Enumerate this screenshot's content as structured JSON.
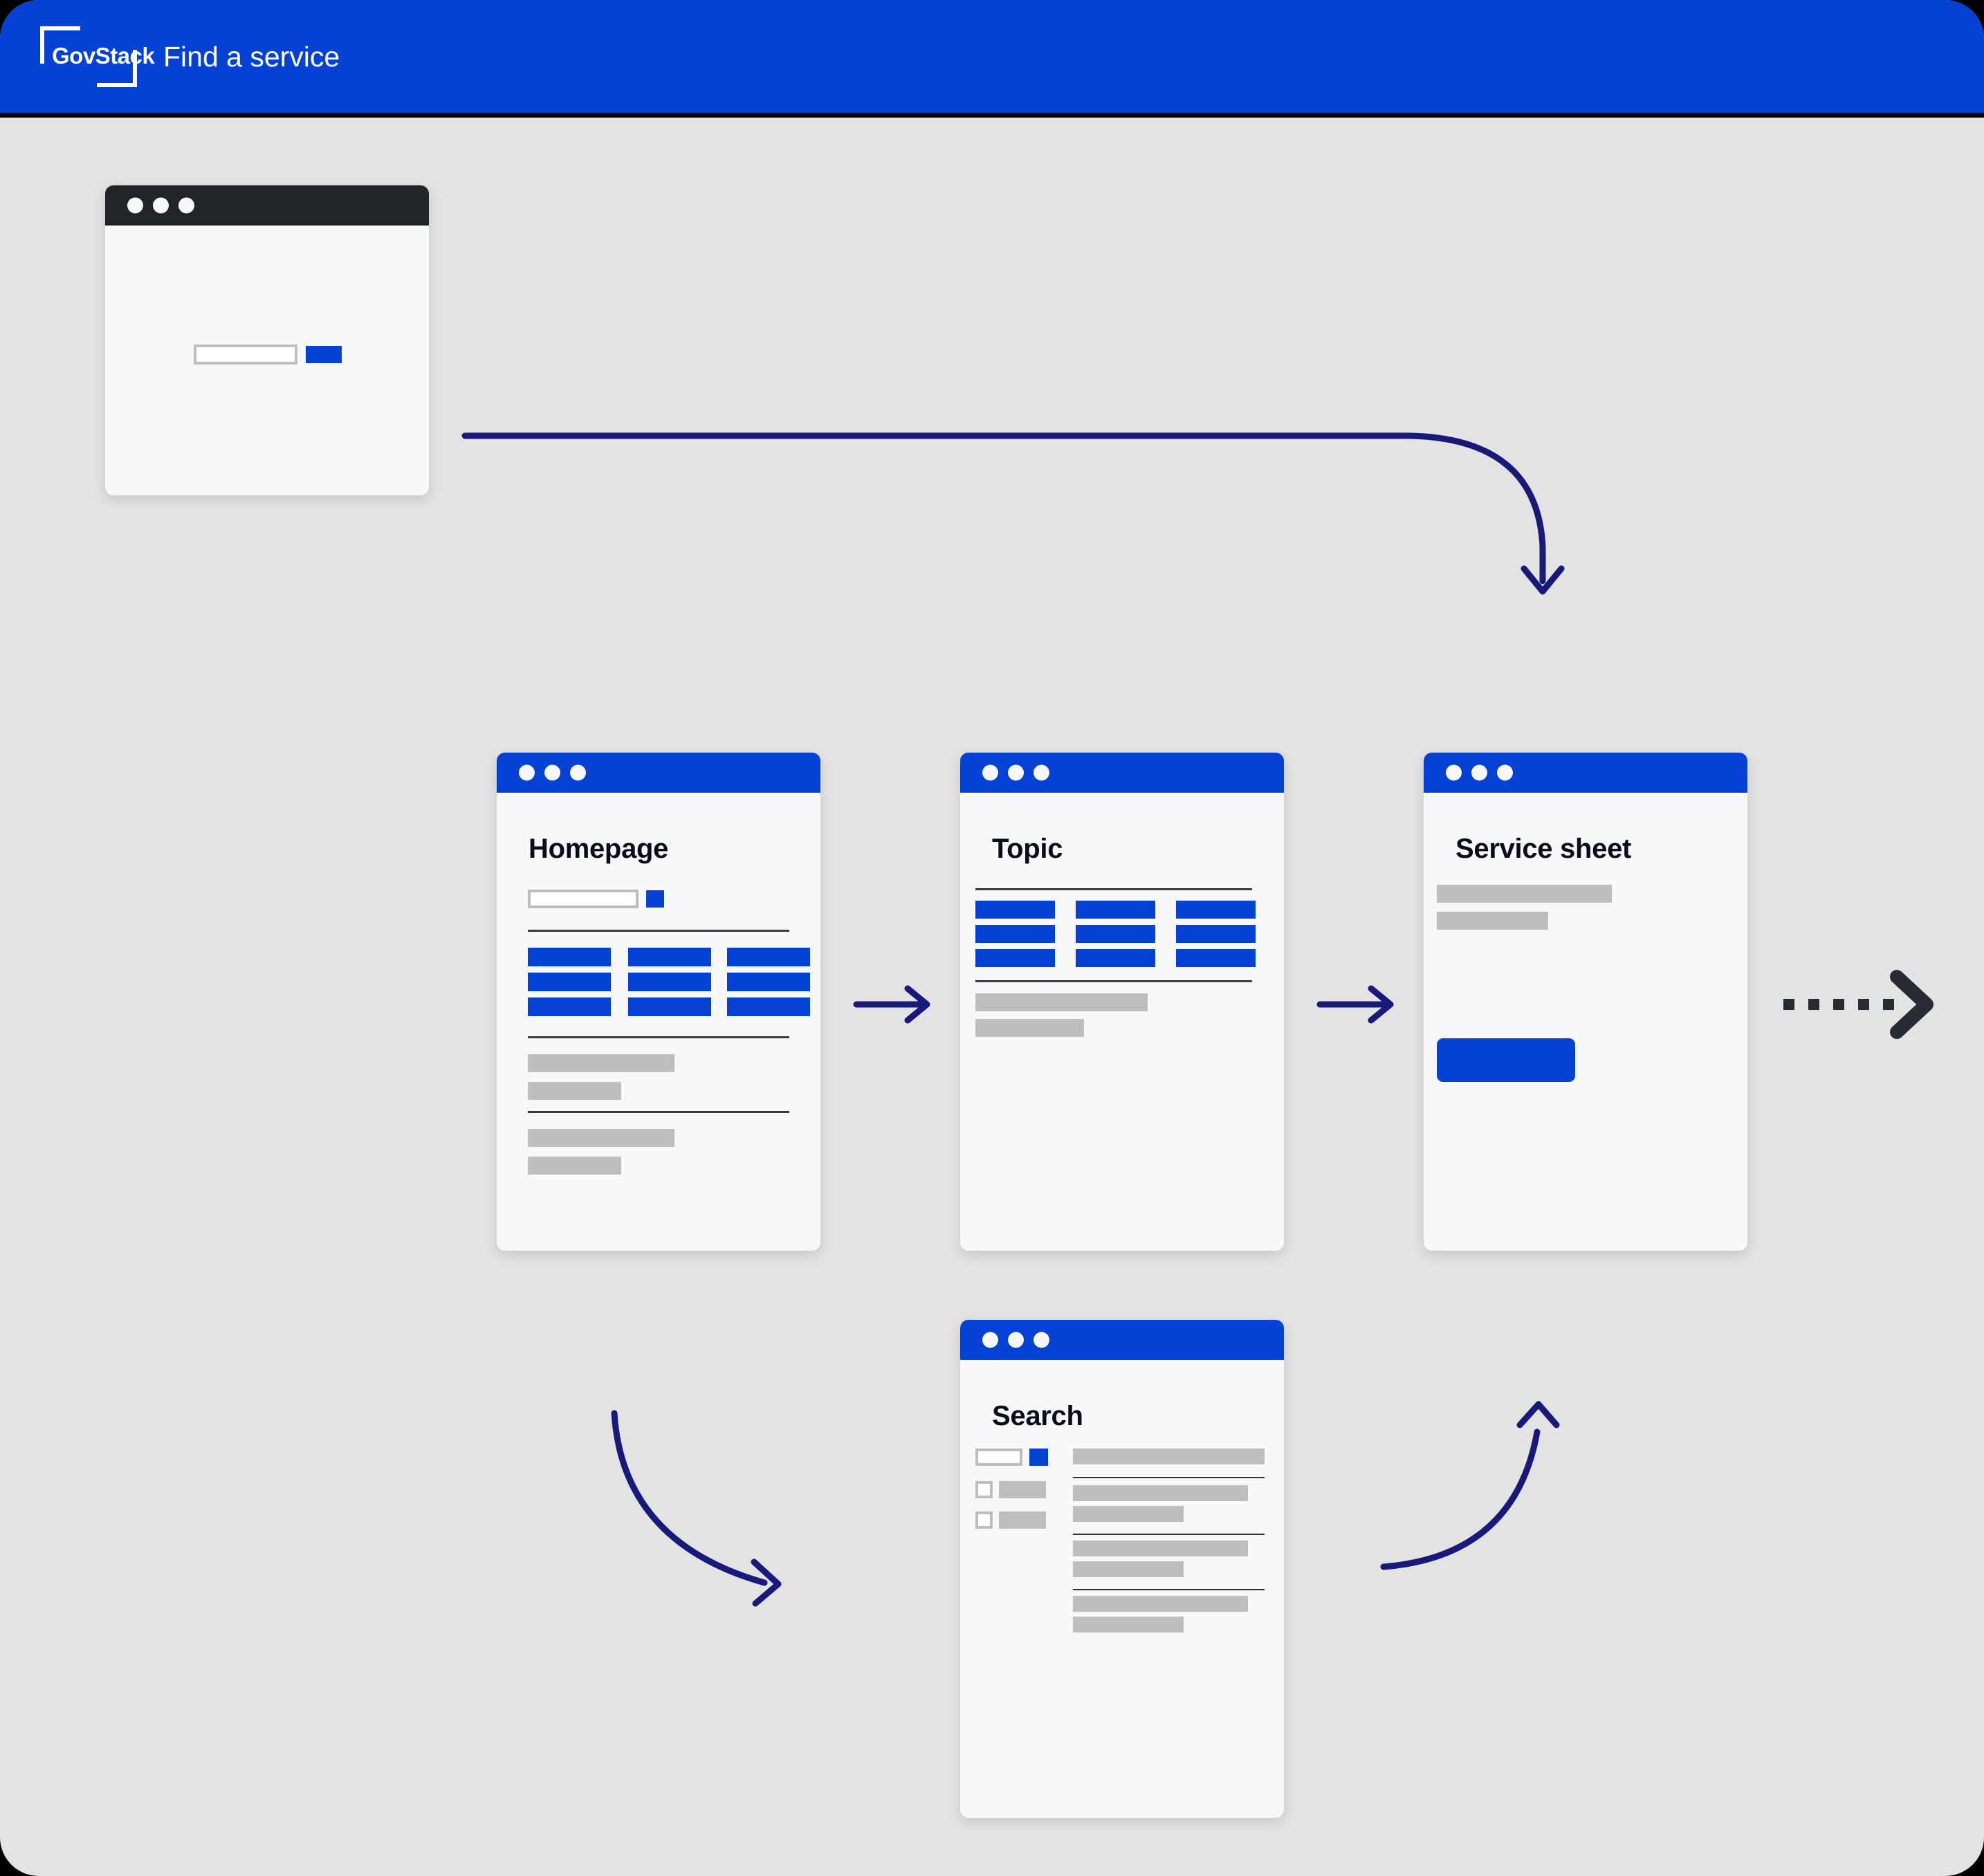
{
  "header": {
    "logo_text": "GovStack",
    "logo_icon": "corner-bracket-frame",
    "title": "Find a service"
  },
  "colors": {
    "page_background": "#E3E3E3",
    "brand_blue": "#0541D4",
    "arrow_navy": "#181A7A",
    "arrow_dark": "#282B31",
    "card_surface": "#F7F8FA",
    "titlebar_dark": "#212529",
    "placeholder_gray": "#BEBEBE",
    "heading_text": "#0B0C1B"
  },
  "flow": {
    "cards": [
      {
        "id": "entry",
        "name": "entry-point",
        "title": "",
        "titlebar_style": "dark",
        "has_title": false,
        "content": "centered search input with blue submit button"
      },
      {
        "id": "homepage",
        "name": "homepage",
        "title": "Homepage",
        "titlebar_style": "blue",
        "has_title": true,
        "content": "search field, nine topic tiles, two text blocks"
      },
      {
        "id": "topic",
        "name": "topic",
        "title": "Topic",
        "titlebar_style": "blue",
        "has_title": true,
        "content": "nine service tiles, one text block"
      },
      {
        "id": "service-sheet",
        "name": "service-sheet",
        "title": "Service sheet",
        "titlebar_style": "blue",
        "has_title": true,
        "content": "two text lines and a primary call-to-action button"
      },
      {
        "id": "search",
        "name": "search-results",
        "title": "Search",
        "titlebar_style": "blue",
        "has_title": true,
        "content": "search field, two filter checkboxes, four result rows"
      }
    ],
    "connectors": [
      {
        "name": "entry-to-homepage",
        "style": "curved-solid",
        "color": "#181A7A",
        "from": "entry",
        "to": "homepage"
      },
      {
        "name": "homepage-to-topic",
        "style": "straight-solid",
        "color": "#181A7A",
        "from": "homepage",
        "to": "topic"
      },
      {
        "name": "topic-to-service-sheet",
        "style": "straight-solid",
        "color": "#181A7A",
        "from": "topic",
        "to": "service-sheet"
      },
      {
        "name": "service-sheet-onward",
        "style": "dotted",
        "color": "#282B31",
        "from": "service-sheet",
        "to": ""
      },
      {
        "name": "homepage-to-search",
        "style": "curved-solid",
        "color": "#181A7A",
        "from": "homepage",
        "to": "search"
      },
      {
        "name": "search-to-service-sheet",
        "style": "curved-solid",
        "color": "#181A7A",
        "from": "search",
        "to": "service-sheet"
      }
    ]
  }
}
